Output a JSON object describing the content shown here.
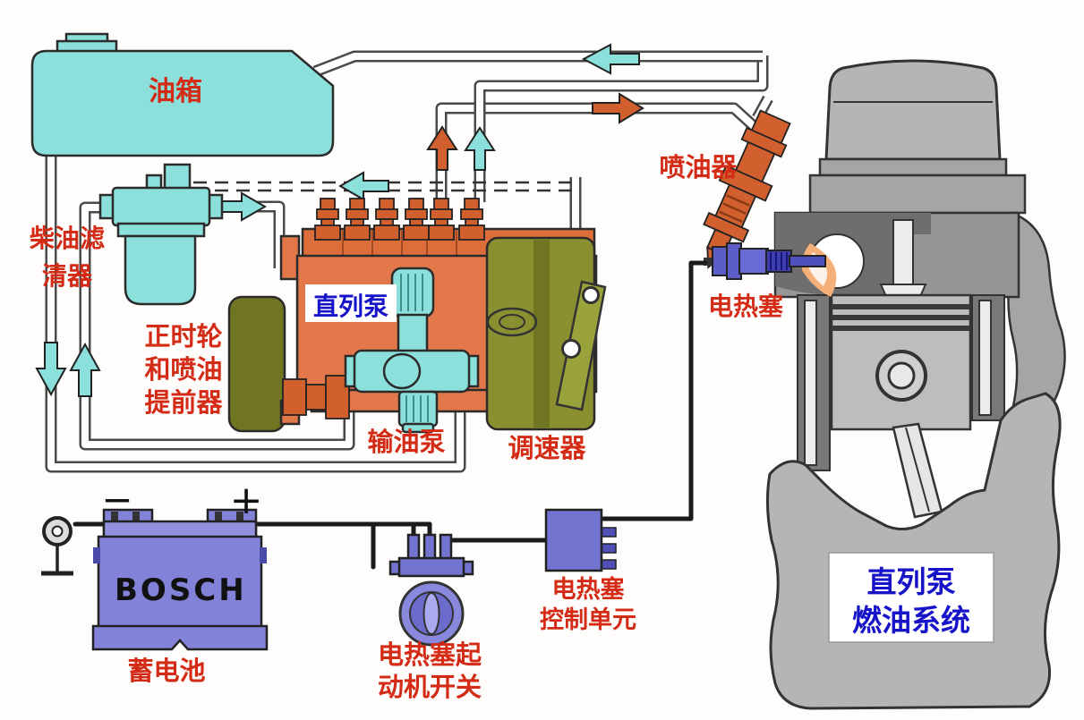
{
  "diagram": {
    "labels": {
      "fuel_tank": "油箱",
      "diesel_filter": "柴油滤\n清器",
      "timing_advancer": "正时轮\n和喷油\n提前器",
      "inline_pump": "直列泵",
      "transfer_pump": "输油泵",
      "governor": "调速器",
      "injector": "喷油器",
      "glow_plug": "电热塞",
      "battery": "蓄电池",
      "battery_brand": "BOSCH",
      "battery_negative": "−",
      "battery_positive": "+",
      "glow_plug_switch": "电热塞起\n动机开关",
      "glow_plug_control_unit": "电热塞\n控制单元",
      "system_title": "直列泵\n燃油系统"
    },
    "colors": {
      "red": "#d32b15",
      "blue": "#1713c8",
      "cyan": "#8ce0dc",
      "orange": "#e2784a",
      "orangeDark": "#d2602f",
      "olive": "#8a8f2f",
      "oliveDark": "#6f7520",
      "purple": "#8282d8",
      "purpleDeep": "#5d5dc8",
      "purpleUi": "#7373d0"
    }
  }
}
